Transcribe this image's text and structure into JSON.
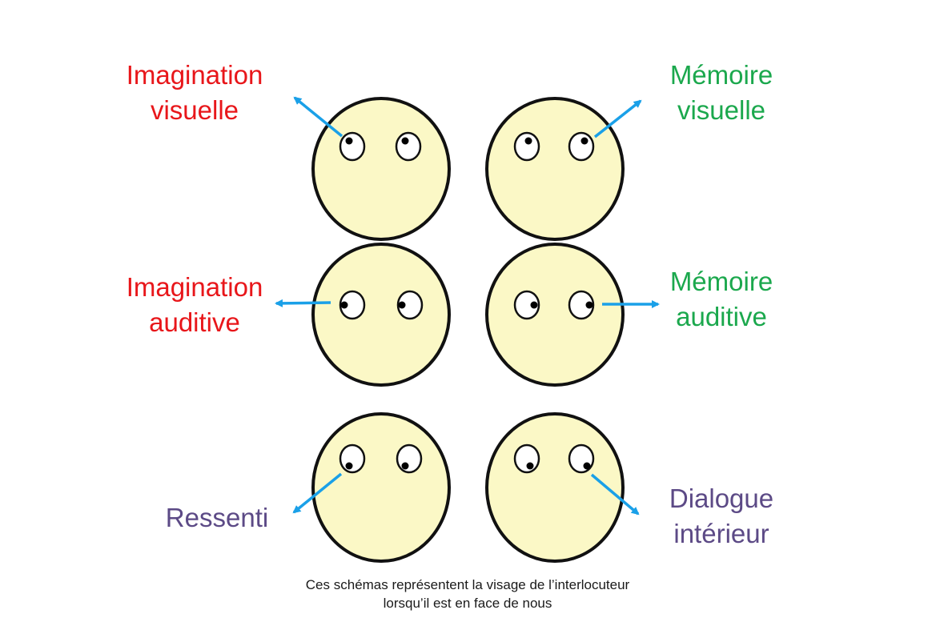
{
  "colors": {
    "imagination": "#e8161a",
    "memoire": "#1ba84d",
    "kinesthetic": "#5c4a86",
    "face_fill": "#fbf8c6",
    "face_stroke": "#111111",
    "arrow": "#1aa0e8"
  },
  "labels": {
    "imagination_visuelle": {
      "line1": "Imagination",
      "line2": "visuelle"
    },
    "memoire_visuelle": {
      "line1": "Mémoire",
      "line2": "visuelle"
    },
    "imagination_auditive": {
      "line1": "Imagination",
      "line2": "auditive"
    },
    "memoire_auditive": {
      "line1": "Mémoire",
      "line2": "auditive"
    },
    "ressenti": {
      "line1": "Ressenti"
    },
    "dialogue_interieur": {
      "line1": "Dialogue",
      "line2": "intérieur"
    }
  },
  "caption": {
    "line1": "Ces schémas représentent la visage de l’interlocuteur",
    "line2": "lorsqu’il est en face de nous"
  },
  "faces": [
    {
      "id": "imagination-visuelle",
      "gaze": "up-left"
    },
    {
      "id": "memoire-visuelle",
      "gaze": "up-right"
    },
    {
      "id": "imagination-auditive",
      "gaze": "left"
    },
    {
      "id": "memoire-auditive",
      "gaze": "right"
    },
    {
      "id": "ressenti",
      "gaze": "down-left"
    },
    {
      "id": "dialogue-interieur",
      "gaze": "down-right"
    }
  ]
}
